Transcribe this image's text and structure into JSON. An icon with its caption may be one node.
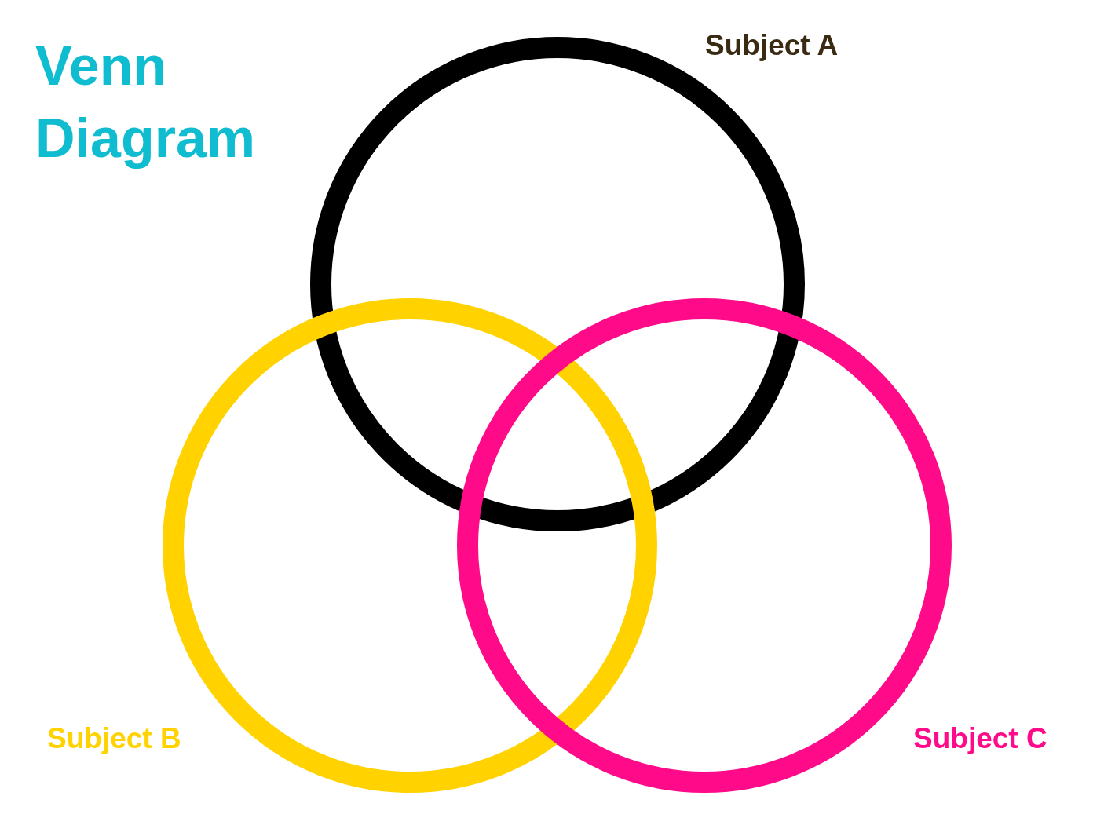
{
  "diagram": {
    "title": "Venn Diagram",
    "nodes": [
      {
        "text": [
          "Subject A"
        ]
      },
      {
        "text": [
          "Subject B"
        ]
      },
      {
        "text": [
          "Subject C"
        ]
      }
    ],
    "edges": []
  }
}
